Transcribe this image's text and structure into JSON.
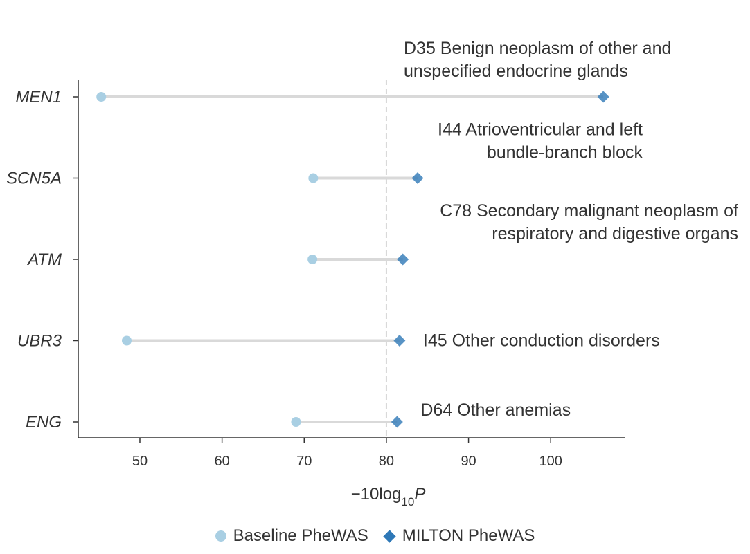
{
  "chart_data": {
    "type": "dumbbell",
    "xlabel": {
      "prefix": "−10log",
      "sub": "10",
      "italic": "P"
    },
    "xlim": [
      42.5,
      109
    ],
    "xticks": [
      50,
      60,
      70,
      80,
      90,
      100
    ],
    "threshold": 80,
    "grid": false,
    "legend_position": "bottom-center",
    "series": [
      {
        "name": "Baseline PheWAS",
        "marker": "circle",
        "color": "#a9cfe3"
      },
      {
        "name": "MILTON PheWAS",
        "marker": "diamond",
        "color": "#2e78b7"
      }
    ],
    "rows": [
      {
        "gene": "MEN1",
        "baseline": 45.3,
        "milton": 106.4,
        "annotation": [
          "D35 Benign neoplasm of other and",
          "unspecified endocrine glands"
        ],
        "annot_align": "start"
      },
      {
        "gene": "SCN5A",
        "baseline": 71.1,
        "milton": 83.8,
        "annotation": [
          "I44 Atrioventricular and left",
          "bundle-branch block"
        ],
        "annot_align": "end"
      },
      {
        "gene": "ATM",
        "baseline": 71.0,
        "milton": 82.0,
        "annotation": [
          "C78 Secondary malignant neoplasm of",
          "respiratory and digestive organs"
        ],
        "annot_align": "end"
      },
      {
        "gene": "UBR3",
        "baseline": 48.4,
        "milton": 81.6,
        "annotation": [
          "I45 Other conduction disorders"
        ],
        "annot_align": "start"
      },
      {
        "gene": "ENG",
        "baseline": 69.0,
        "milton": 81.3,
        "annotation": [
          "D64 Other anemias"
        ],
        "annot_align": "start"
      }
    ]
  },
  "legend": {
    "baseline_label": "Baseline PheWAS",
    "milton_label": "MILTON PheWAS",
    "baseline_color": "#a9cfe3",
    "milton_color": "#2e78b7"
  }
}
